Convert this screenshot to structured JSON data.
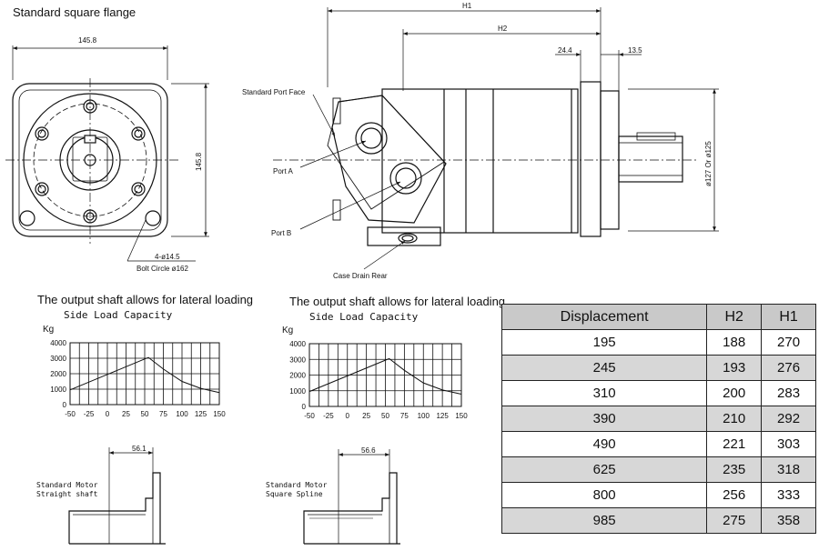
{
  "flange": {
    "title": "Standard square flange",
    "dim_width": "145.8",
    "dim_height": "145.8",
    "holes": "4-ø14.5",
    "bolt_circle": "Bolt Circle ø162"
  },
  "side_view": {
    "h1": "H1",
    "h2": "H2",
    "dim_24": "24.4",
    "dim_13": "13.5",
    "port_face": "Standard Port Face",
    "port_a": "Port A",
    "port_b": "Port B",
    "case_drain": "Case Drain Rear",
    "shaft_dia": "ø127 Or ø125"
  },
  "charts": [
    {
      "title": "The output shaft allows for lateral loading",
      "subtitle": "Side Load Capacity",
      "y_unit": "Kg",
      "y_ticks": [
        "4000",
        "3000",
        "2000",
        "1000",
        "0"
      ],
      "x_ticks": [
        "-50",
        "-25",
        "0",
        "25",
        "50",
        "75",
        "100",
        "125",
        "150"
      ],
      "shaft_dim": "56.1",
      "shaft_label_1": "Standard Motor",
      "shaft_label_2": "Straight shaft"
    },
    {
      "title": "The output shaft allows for lateral loading",
      "subtitle": "Side Load Capacity",
      "y_unit": "Kg",
      "y_ticks": [
        "4000",
        "3000",
        "2000",
        "1000",
        "0"
      ],
      "x_ticks": [
        "-50",
        "-25",
        "0",
        "25",
        "50",
        "75",
        "100",
        "125",
        "150"
      ],
      "shaft_dim": "56.6",
      "shaft_label_1": "Standard Motor",
      "shaft_label_2": "Square Spline"
    }
  ],
  "chart_data": [
    {
      "type": "line",
      "ylim": [
        0,
        4000
      ],
      "xlim": [
        -50,
        150
      ],
      "series": [
        {
          "x": [
            -50,
            -25,
            0,
            25,
            50,
            55,
            75,
            100,
            125,
            150
          ],
          "y": [
            950,
            1450,
            1950,
            2450,
            2950,
            3050,
            2300,
            1500,
            1050,
            780
          ]
        }
      ]
    },
    {
      "type": "line",
      "ylim": [
        0,
        4000
      ],
      "xlim": [
        -50,
        150
      ],
      "series": [
        {
          "x": [
            -50,
            -25,
            0,
            25,
            50,
            55,
            75,
            100,
            125,
            150
          ],
          "y": [
            950,
            1450,
            1950,
            2450,
            2950,
            3050,
            2300,
            1500,
            1050,
            780
          ]
        }
      ]
    }
  ],
  "table": {
    "headers": [
      "Displacement",
      "H2",
      "H1"
    ],
    "rows": [
      [
        "195",
        "188",
        "270"
      ],
      [
        "245",
        "193",
        "276"
      ],
      [
        "310",
        "200",
        "283"
      ],
      [
        "390",
        "210",
        "292"
      ],
      [
        "490",
        "221",
        "303"
      ],
      [
        "625",
        "235",
        "318"
      ],
      [
        "800",
        "256",
        "333"
      ],
      [
        "985",
        "275",
        "358"
      ]
    ]
  }
}
